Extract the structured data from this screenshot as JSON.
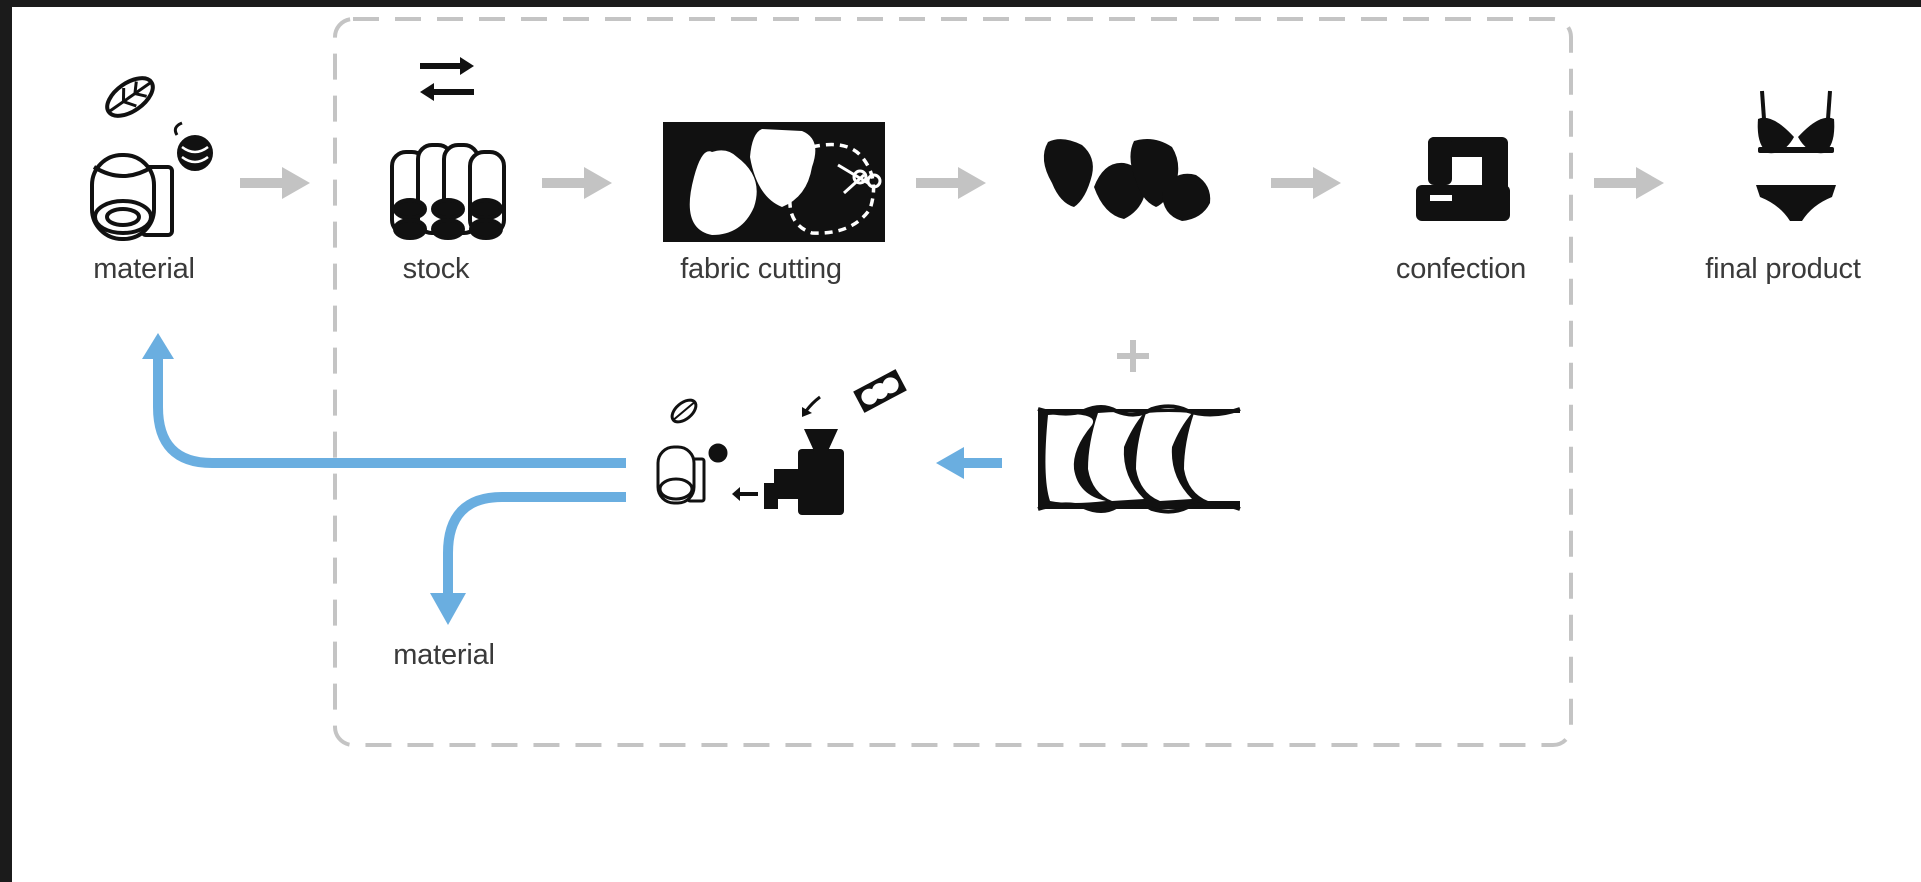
{
  "labels": {
    "material_source": "material",
    "stock": "stock",
    "fabric_cutting": "fabric cutting",
    "confection": "confection",
    "final_product": "final product",
    "material_out": "material"
  },
  "colors": {
    "flow_arrow": "#c3c3c3",
    "recycle_arrow": "#6aaee0",
    "boundary": "#c4c4c4",
    "icon": "#111111"
  }
}
